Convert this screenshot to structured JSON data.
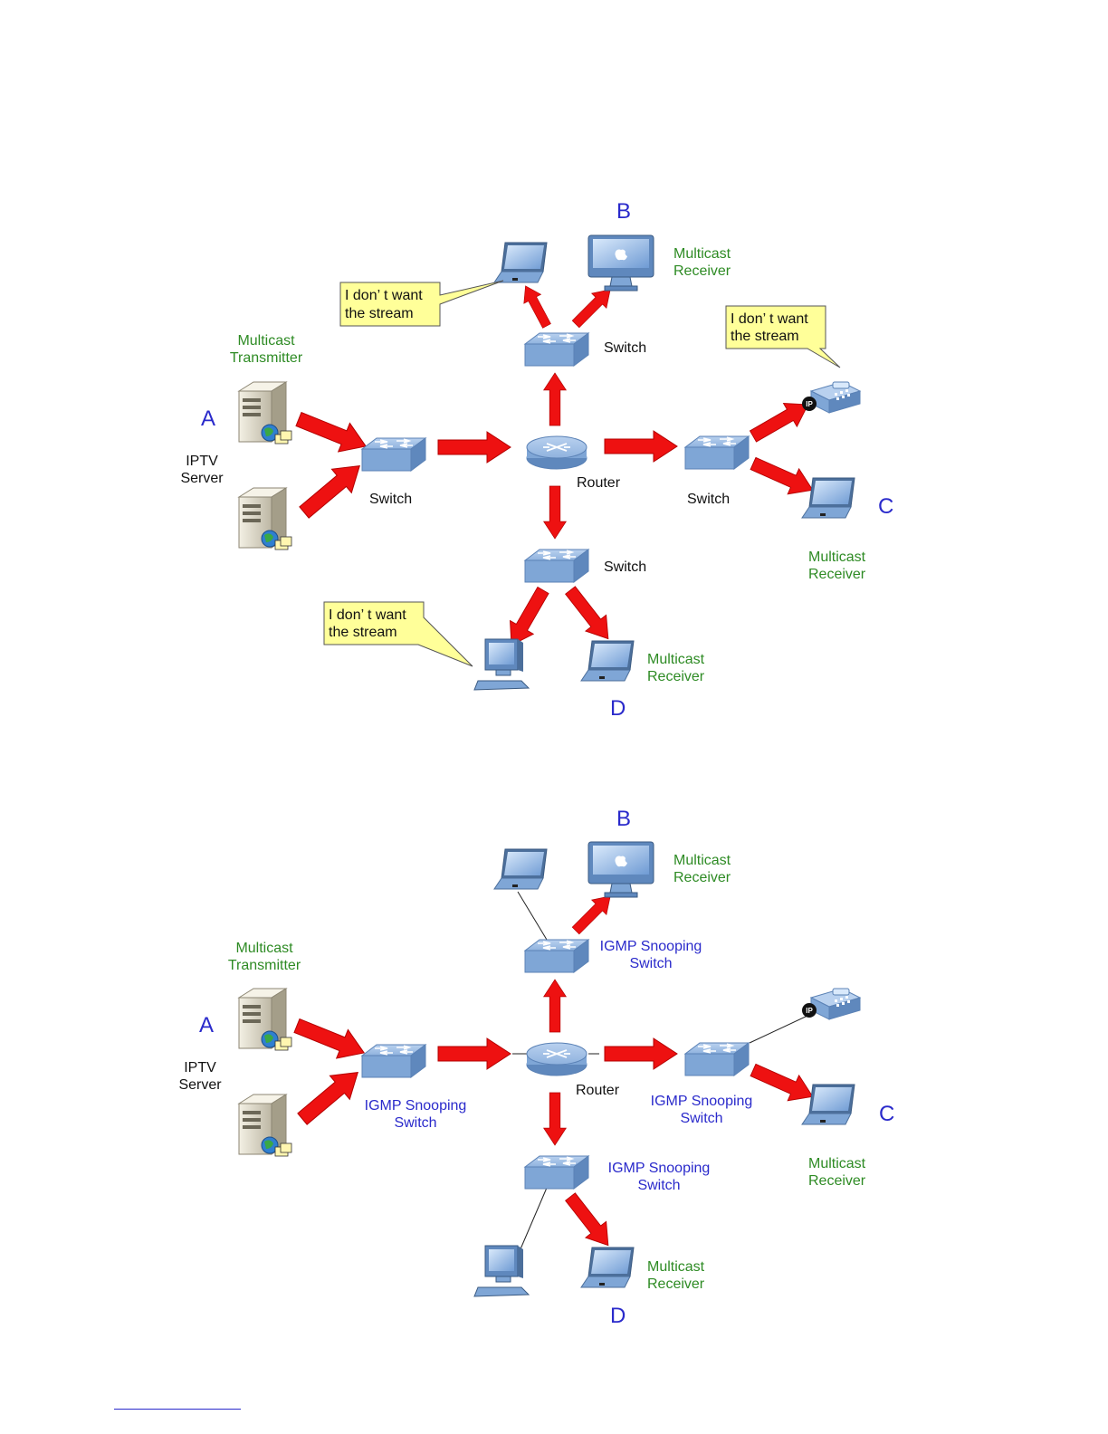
{
  "diagram1": {
    "letters": {
      "a": "A",
      "b": "B",
      "c": "C",
      "d": "D"
    },
    "transmitter_label": "Multicast\nTransmitter",
    "iptv_label": "IPTV\nServer",
    "router_label": "Router",
    "switch_left_label": "Switch",
    "switch_top_label": "Switch",
    "switch_right_label": "Switch",
    "switch_bottom_label": "Switch",
    "receiver_b_label": "Multicast\nReceiver",
    "receiver_c_label": "Multicast\nReceiver",
    "receiver_d_label": "Multicast\nReceiver",
    "callout_b": [
      "I don’ t want",
      "the stream"
    ],
    "callout_c": [
      "I don’ t want",
      "the stream"
    ],
    "callout_d": [
      "I don’ t want",
      "the stream"
    ]
  },
  "diagram2": {
    "letters": {
      "a": "A",
      "b": "B",
      "c": "C",
      "d": "D"
    },
    "transmitter_label": "Multicast\nTransmitter",
    "iptv_label": "IPTV\nServer",
    "router_label": "Router",
    "switch_left_label": "IGMP Snooping\nSwitch",
    "switch_top_label": "IGMP Snooping\nSwitch",
    "switch_right_label": "IGMP Snooping\nSwitch",
    "switch_bottom_label": "IGMP Snooping\nSwitch",
    "receiver_b_label": "Multicast\nReceiver",
    "receiver_c_label": "Multicast\nReceiver",
    "receiver_d_label": "Multicast\nReceiver"
  },
  "colors": {
    "arrow": "#ee1111",
    "device_blue": "#7fa6d6",
    "callout_fill": "#ffff99",
    "label_green": "#2e8b24",
    "label_blue": "#2a2acb"
  },
  "icons": [
    "server-icon",
    "switch-icon",
    "router-icon",
    "laptop-icon",
    "imac-icon",
    "ip-phone-icon",
    "desktop-pc-icon"
  ]
}
